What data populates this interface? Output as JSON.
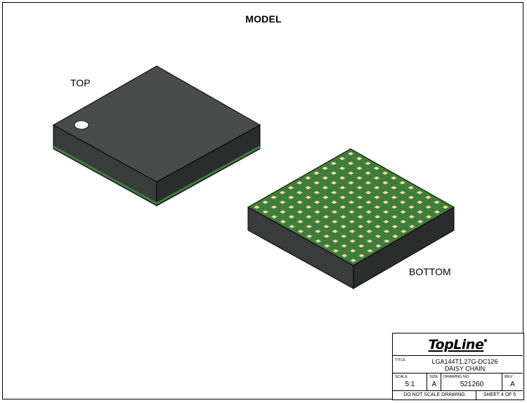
{
  "drawing": {
    "heading": "MODEL",
    "top_label": "TOP",
    "bottom_label": "BOTTOM"
  },
  "title_block": {
    "logo": "TopLine",
    "title_caption": "TITLE",
    "title_line1": "LGA144T1.27G-DC126",
    "title_line2": "DAISY CHAIN",
    "scale_caption": "SCALE",
    "scale_value": "5:1",
    "size_caption": "SIZE",
    "size_value": "A",
    "drawing_no_caption": "DRAWING NO.",
    "drawing_no_value": "521260",
    "rev_caption": "REV",
    "rev_value": "A",
    "footer_left": "DO NOT SCALE DRAWING",
    "footer_right": "SHEET 4 OF 5"
  },
  "colors": {
    "package_top": "#4a4b4b",
    "package_left": "#3a3b3b",
    "package_right": "#2b2c2c",
    "substrate": "#3f7d3c",
    "pad": "#f3e0a3",
    "line": "#000000"
  },
  "pad_grid": {
    "rows": 12,
    "cols": 12
  }
}
